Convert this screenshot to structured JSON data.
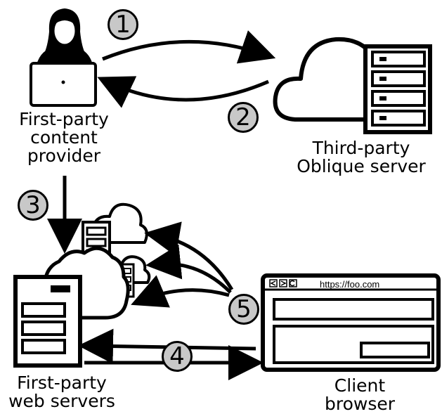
{
  "nodes": {
    "content_provider": {
      "lines": [
        "First-party",
        "content",
        "provider"
      ]
    },
    "oblique_server": {
      "lines": [
        "Third-party",
        "Oblique server"
      ]
    },
    "web_servers": {
      "lines": [
        "First-party",
        "web servers"
      ]
    },
    "client_browser": {
      "lines": [
        "Client",
        "browser"
      ]
    }
  },
  "browser": {
    "url": "https://foo.com"
  },
  "steps": [
    "1",
    "2",
    "3",
    "4",
    "5"
  ]
}
